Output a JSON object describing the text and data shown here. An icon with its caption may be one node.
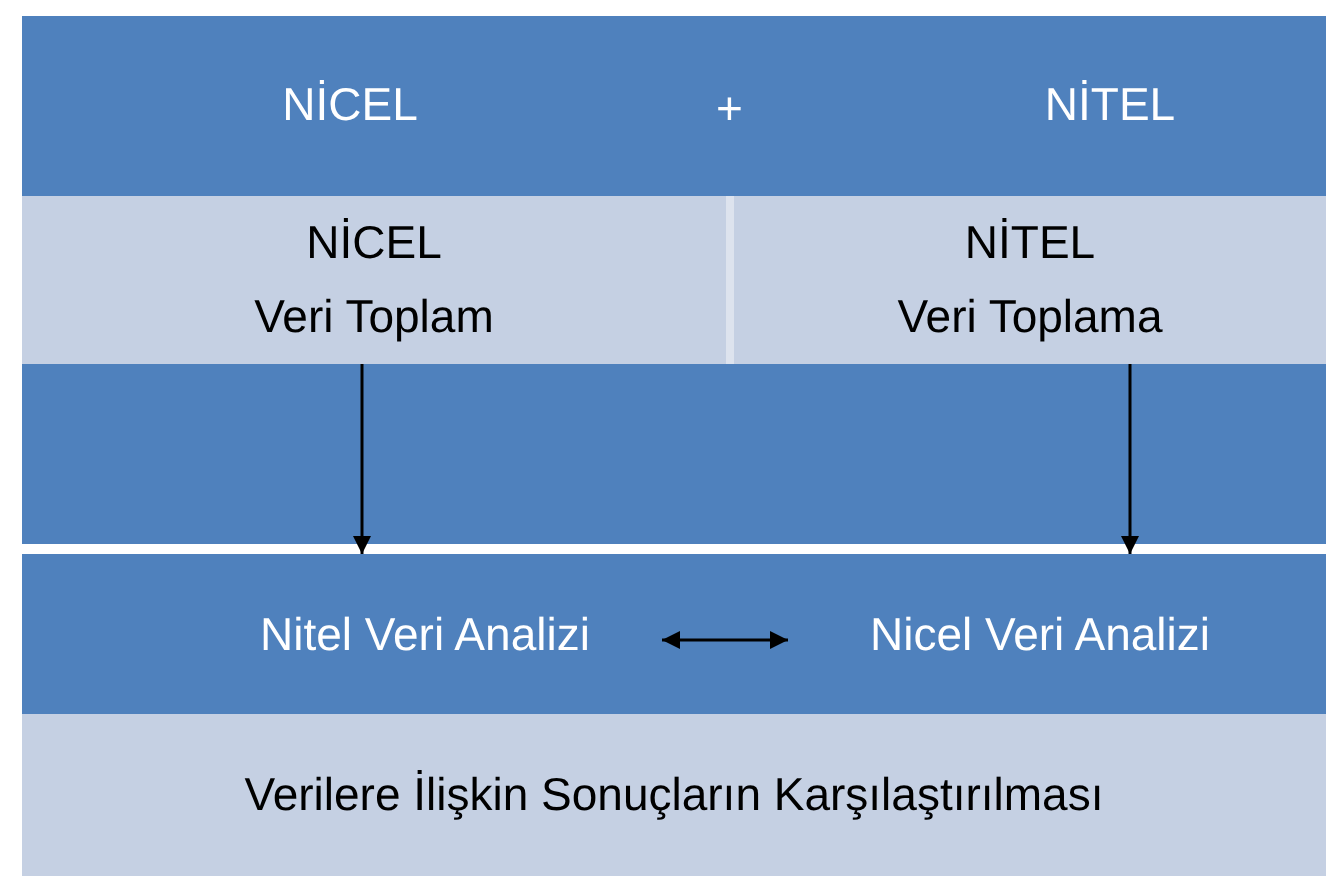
{
  "diagram": {
    "nodes": [
      {
        "text": [
          "NİCEL"
        ]
      },
      {
        "text": [
          "NİTEL"
        ]
      },
      {
        "text": [
          "NİCEL",
          "Veri Toplam"
        ]
      },
      {
        "text": [
          "NİTEL",
          "Veri Toplama"
        ]
      },
      {
        "text": [
          "Nitel Veri Analizi"
        ]
      },
      {
        "text": [
          "Nicel Veri Analizi"
        ]
      },
      {
        "text": [
          "Verilere İlişkin Sonuçların Karşılaştırılması"
        ]
      }
    ],
    "edges": [
      {
        "from": 2,
        "to": 4,
        "arrow": "to"
      },
      {
        "from": 3,
        "to": 5,
        "arrow": "to"
      },
      {
        "from": 4,
        "to": 5,
        "arrow": "both"
      }
    ],
    "labels": [
      "+"
    ]
  }
}
